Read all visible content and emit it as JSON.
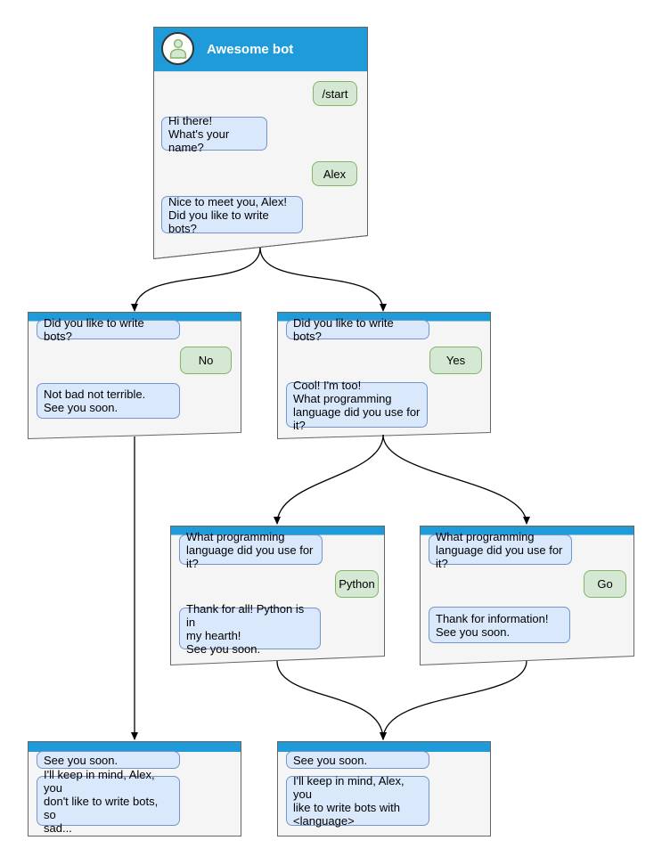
{
  "colors": {
    "header_blue": "#1E9BD8",
    "window_bg": "#F5F5F5",
    "window_border": "#666666",
    "bot_bubble_bg": "#DAE8FC",
    "bot_bubble_border": "#7495C9",
    "user_bubble_bg": "#D5E8D4",
    "user_bubble_border": "#82B366",
    "arrow_color": "#000000"
  },
  "windows": {
    "root": {
      "title": "Awesome bot",
      "avatar_icon": "person-icon",
      "messages": [
        {
          "from": "user",
          "text": "/start"
        },
        {
          "from": "bot",
          "text": "Hi there!\nWhat's your name?"
        },
        {
          "from": "user",
          "text": "Alex"
        },
        {
          "from": "bot",
          "text": "Nice to meet you, Alex!\nDid you like to write bots?"
        }
      ]
    },
    "branch_no": {
      "messages": [
        {
          "from": "bot",
          "text": "Did you like to write bots?"
        },
        {
          "from": "user",
          "text": "No"
        },
        {
          "from": "bot",
          "text": "Not bad not terrible.\nSee you soon."
        }
      ]
    },
    "branch_yes": {
      "messages": [
        {
          "from": "bot",
          "text": "Did you like to write bots?"
        },
        {
          "from": "user",
          "text": "Yes"
        },
        {
          "from": "bot",
          "text": "Cool! I'm too!\nWhat programming\nlanguage did you use for it?"
        }
      ]
    },
    "branch_python": {
      "messages": [
        {
          "from": "bot",
          "text": "What programming\nlanguage did you use for it?"
        },
        {
          "from": "user",
          "text": "Python"
        },
        {
          "from": "bot",
          "text": "Thank for all! Python is in\nmy hearth!\nSee you soon."
        }
      ]
    },
    "branch_go": {
      "messages": [
        {
          "from": "bot",
          "text": "What programming\nlanguage did you use for it?"
        },
        {
          "from": "user",
          "text": "Go"
        },
        {
          "from": "bot",
          "text": "Thank for information!\nSee you soon."
        }
      ]
    },
    "end_no": {
      "messages": [
        {
          "from": "bot",
          "text": "See you soon."
        },
        {
          "from": "bot",
          "text": "I'll keep in mind, Alex, you\ndon't like to write bots, so\nsad..."
        }
      ]
    },
    "end_language": {
      "messages": [
        {
          "from": "bot",
          "text": "See you soon."
        },
        {
          "from": "bot",
          "text": "I'll keep in mind, Alex, you\nlike to write bots with\n<language>"
        }
      ]
    }
  },
  "edges": [
    {
      "from": "root",
      "to": "branch_no"
    },
    {
      "from": "root",
      "to": "branch_yes"
    },
    {
      "from": "branch_yes",
      "to": "branch_python"
    },
    {
      "from": "branch_yes",
      "to": "branch_go"
    },
    {
      "from": "branch_no",
      "to": "end_no"
    },
    {
      "from": "branch_python",
      "to": "end_language"
    },
    {
      "from": "branch_go",
      "to": "end_language"
    }
  ]
}
